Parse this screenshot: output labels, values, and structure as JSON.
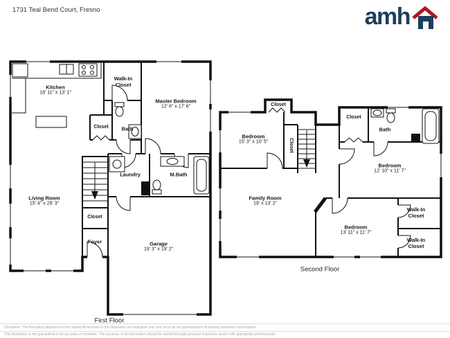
{
  "header": {
    "address": "1731 Teal Bend Court, Fresno",
    "logo_text": "amh"
  },
  "theme": {
    "brand_navy": "#1d3f5e",
    "brand_red": "#b5121b",
    "wall_color": "#111111",
    "disclaimer_text": "#a8a8a8"
  },
  "floors": {
    "first": {
      "label": "First Floor",
      "rooms": [
        {
          "name": "Kitchen",
          "dims": "18' 11\" x 13' 1\""
        },
        {
          "name": "Walk-In Closet"
        },
        {
          "name": "Master Bedroom",
          "dims": "12' 6\" x 17' 6\""
        },
        {
          "name": "Closet"
        },
        {
          "name": "Bath"
        },
        {
          "name": "Laundry"
        },
        {
          "name": "M.Bath"
        },
        {
          "name": "Living Room",
          "dims": "15' 4\" x 28' 3\""
        },
        {
          "name": "Closet"
        },
        {
          "name": "Foyer"
        },
        {
          "name": "Garage",
          "dims": "19' 3\" x 19' 2\""
        }
      ]
    },
    "second": {
      "label": "Second Floor",
      "rooms": [
        {
          "name": "Closet"
        },
        {
          "name": "Bedroom",
          "dims": "15' 3\" x 10' 5\""
        },
        {
          "name": "Closet"
        },
        {
          "name": "Closet"
        },
        {
          "name": "Bath"
        },
        {
          "name": "Bedroom",
          "dims": "12' 10\" x 11' 7\""
        },
        {
          "name": "Family Room",
          "dims": "19' x 13' 2\""
        },
        {
          "name": "Bedroom",
          "dims": "13' 11\" x 11' 7\""
        },
        {
          "name": "Walk-In Closet"
        },
        {
          "name": "Walk-In Closet"
        }
      ]
    }
  },
  "disclaimer": {
    "line1": "Disclaimer: The floorplans depicted and the stated dimensions in this illustration are indicative only and serve as an approximation of existing structures and features.",
    "line2": "This illustration is not guaranteed to be accurate or complete. The accuracy of all information should be verified through personal inspection and/or with appropriate professionals."
  }
}
